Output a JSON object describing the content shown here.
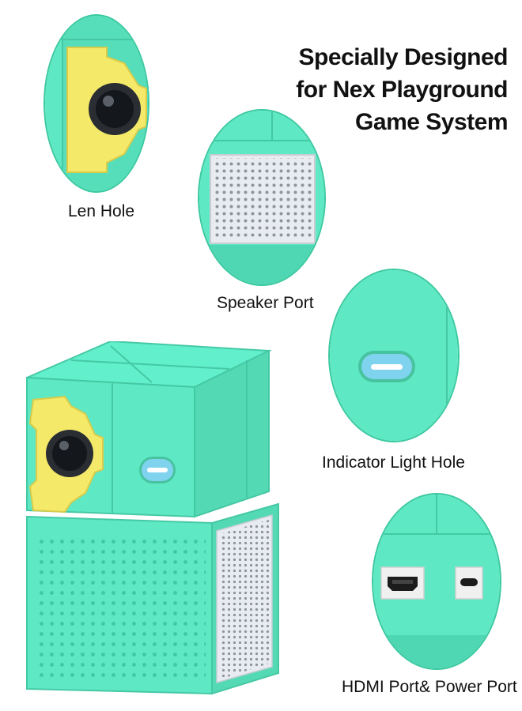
{
  "headline": {
    "line1": "Specially Designed",
    "line2": "for Nex Playground",
    "line3": "Game System"
  },
  "callouts": [
    {
      "label": "Len Hole",
      "icon": "lens-hole-detail"
    },
    {
      "label": "Speaker Port",
      "icon": "speaker-grille-detail"
    },
    {
      "label": "Indicator Light Hole",
      "icon": "indicator-light-detail"
    },
    {
      "label": "HDMI Port& Power Port",
      "icon": "ports-detail"
    }
  ],
  "colors": {
    "body": "#5ee8c4",
    "body_dark": "#3cc9a2",
    "lens_plate": "#f5e96a",
    "grille": "#e8ebef",
    "indicator": "#7fd3ee"
  }
}
